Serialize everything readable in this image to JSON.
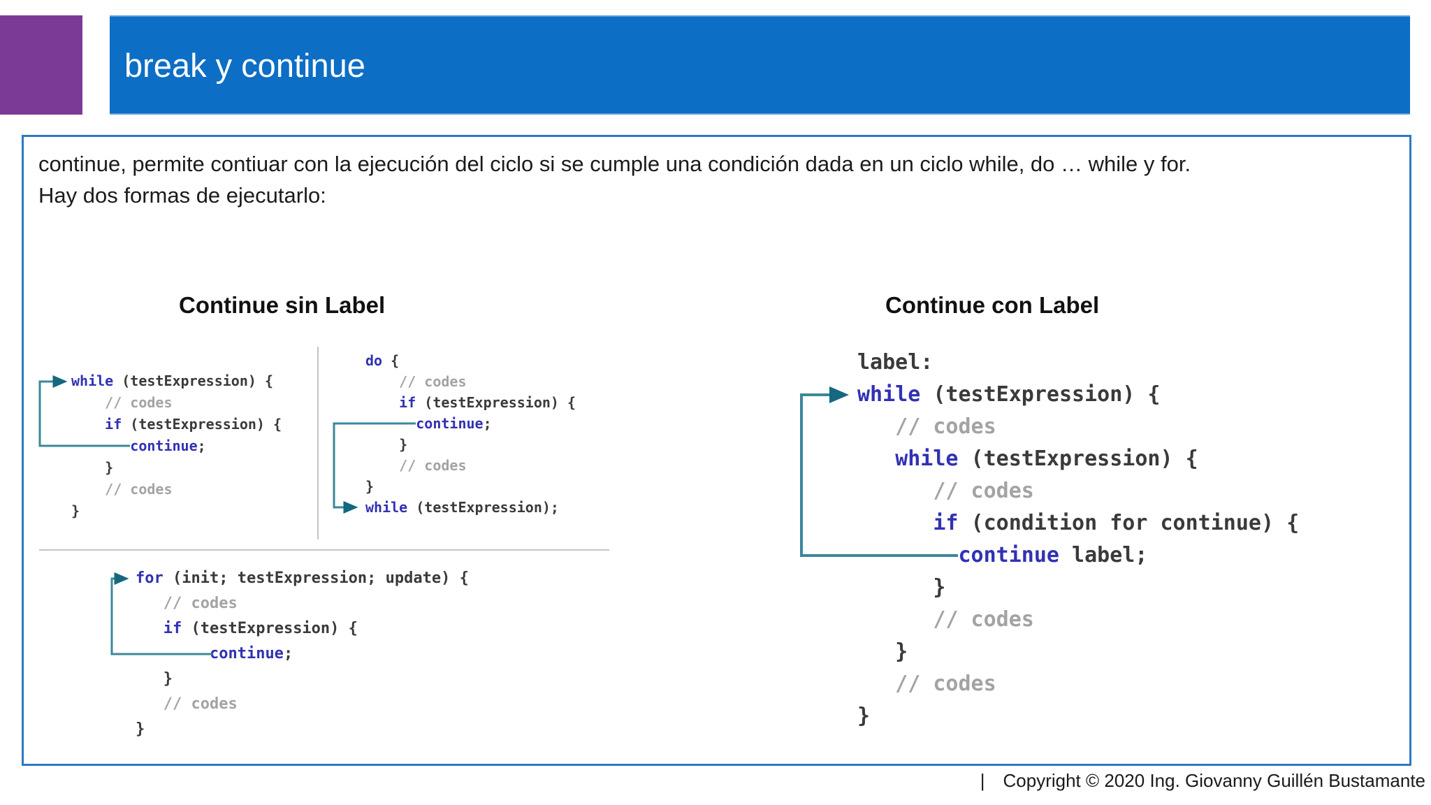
{
  "slide": {
    "title": "break y continue",
    "intro_line1": "continue, permite contiuar con la ejecución del ciclo si se cumple una condición dada en un ciclo while, do … while y for.",
    "intro_line2": "Hay dos formas de ejecutarlo:",
    "left_heading": "Continue sin Label",
    "right_heading": "Continue con Label",
    "footer": {
      "separator": "|",
      "copyright": "Copyright © 2020 Ing. Giovanny Guillén Bustamante"
    }
  },
  "colors": {
    "header_blue": "#0d6ec5",
    "accent_purple": "#7c3a97",
    "box_border_blue": "#2e79c2",
    "keyword_blue": "#3131b4",
    "code_text": "#3a3a3a",
    "comment_gray": "#a3a3a3",
    "arrow_teal": "#3c8799",
    "arrow_head": "#14687f",
    "divider_gray": "#c4c4c4",
    "text_black": "#1b1b1b"
  },
  "code_blocks": {
    "while_block": {
      "lines": [
        [
          {
            "c": "kw",
            "t": "while"
          },
          {
            "c": "tx",
            "t": " (testExpression) {"
          }
        ],
        [
          {
            "c": "cm",
            "t": "    // codes"
          }
        ],
        [
          {
            "c": "tx",
            "t": "    "
          },
          {
            "c": "kw",
            "t": "if"
          },
          {
            "c": "tx",
            "t": " (testExpression) {"
          }
        ],
        [
          {
            "c": "tx",
            "t": "       "
          },
          {
            "c": "kw",
            "t": "continue"
          },
          {
            "c": "tx",
            "t": ";"
          }
        ],
        [
          {
            "c": "tx",
            "t": "    }"
          }
        ],
        [
          {
            "c": "cm",
            "t": "    // codes"
          }
        ],
        [
          {
            "c": "tx",
            "t": "}"
          }
        ]
      ]
    },
    "do_while_block": {
      "lines": [
        [
          {
            "c": "kw",
            "t": "do"
          },
          {
            "c": "tx",
            "t": " {"
          }
        ],
        [
          {
            "c": "cm",
            "t": "    // codes"
          }
        ],
        [
          {
            "c": "tx",
            "t": "    "
          },
          {
            "c": "kw",
            "t": "if"
          },
          {
            "c": "tx",
            "t": " (testExpression) {"
          }
        ],
        [
          {
            "c": "tx",
            "t": "      "
          },
          {
            "c": "kw",
            "t": "continue"
          },
          {
            "c": "tx",
            "t": ";"
          }
        ],
        [
          {
            "c": "tx",
            "t": "    }"
          }
        ],
        [
          {
            "c": "cm",
            "t": "    // codes"
          }
        ],
        [
          {
            "c": "tx",
            "t": "}"
          }
        ],
        [
          {
            "c": "kw",
            "t": "while"
          },
          {
            "c": "tx",
            "t": " (testExpression);"
          }
        ]
      ]
    },
    "for_block": {
      "lines": [
        [
          {
            "c": "kw",
            "t": "for"
          },
          {
            "c": "tx",
            "t": " (init; testExpression; update) {"
          }
        ],
        [
          {
            "c": "cm",
            "t": "   // codes"
          }
        ],
        [
          {
            "c": "tx",
            "t": "   "
          },
          {
            "c": "kw",
            "t": "if"
          },
          {
            "c": "tx",
            "t": " (testExpression) {"
          }
        ],
        [
          {
            "c": "tx",
            "t": "        "
          },
          {
            "c": "kw",
            "t": "continue"
          },
          {
            "c": "tx",
            "t": ";"
          }
        ],
        [
          {
            "c": "tx",
            "t": "   }"
          }
        ],
        [
          {
            "c": "cm",
            "t": "   // codes"
          }
        ],
        [
          {
            "c": "tx",
            "t": "}"
          }
        ]
      ]
    },
    "label_block": {
      "lines": [
        [
          {
            "c": "tx",
            "t": "label:"
          }
        ],
        [
          {
            "c": "kw",
            "t": "while"
          },
          {
            "c": "tx",
            "t": " (testExpression) {"
          }
        ],
        [
          {
            "c": "cm",
            "t": "   // codes"
          }
        ],
        [
          {
            "c": "tx",
            "t": "   "
          },
          {
            "c": "kw",
            "t": "while"
          },
          {
            "c": "tx",
            "t": " (testExpression) {"
          }
        ],
        [
          {
            "c": "cm",
            "t": "      // codes"
          }
        ],
        [
          {
            "c": "tx",
            "t": "      "
          },
          {
            "c": "kw",
            "t": "if"
          },
          {
            "c": "tx",
            "t": " (condition for continue) {"
          }
        ],
        [
          {
            "c": "tx",
            "t": "        "
          },
          {
            "c": "kw",
            "t": "continue"
          },
          {
            "c": "tx",
            "t": " label;"
          }
        ],
        [
          {
            "c": "tx",
            "t": "      }"
          }
        ],
        [
          {
            "c": "cm",
            "t": "      // codes"
          }
        ],
        [
          {
            "c": "tx",
            "t": "   }"
          }
        ],
        [
          {
            "c": "cm",
            "t": "   // codes"
          }
        ],
        [
          {
            "c": "tx",
            "t": "}"
          }
        ]
      ]
    }
  }
}
